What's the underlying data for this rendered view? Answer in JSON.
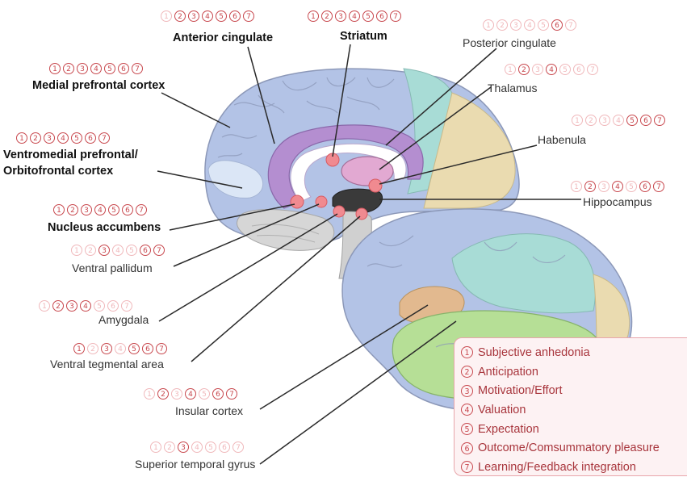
{
  "labels": [
    {
      "id": "anterior-cingulate",
      "text": "Anterior cingulate",
      "bold": true,
      "active": [
        2,
        3,
        4,
        5,
        6,
        7
      ]
    },
    {
      "id": "striatum",
      "text": "Striatum",
      "bold": true,
      "active": [
        1,
        2,
        3,
        4,
        5,
        6,
        7
      ]
    },
    {
      "id": "posterior-cingulate",
      "text": "Posterior cingulate",
      "bold": false,
      "active": [
        6
      ]
    },
    {
      "id": "thalamus",
      "text": "Thalamus",
      "bold": false,
      "active": [
        2,
        4
      ]
    },
    {
      "id": "medial-prefrontal-cortex",
      "text": "Medial prefrontal cortex",
      "bold": true,
      "active": [
        1,
        2,
        3,
        4,
        5,
        6,
        7
      ]
    },
    {
      "id": "habenula",
      "text": "Habenula",
      "bold": false,
      "active": [
        5,
        6,
        7
      ]
    },
    {
      "id": "ventromedial-prefrontal-line1",
      "text": "Ventromedial prefrontal/",
      "bold": true,
      "active": [
        1,
        2,
        3,
        4,
        5,
        6,
        7
      ]
    },
    {
      "id": "ventromedial-prefrontal-line2",
      "text": "Orbitofrontal cortex",
      "bold": true,
      "active": []
    },
    {
      "id": "hippocampus",
      "text": "Hippocampus",
      "bold": false,
      "active": [
        2,
        4,
        6,
        7
      ]
    },
    {
      "id": "nucleus-accumbens",
      "text": "Nucleus accumbens",
      "bold": true,
      "active": [
        1,
        2,
        3,
        4,
        5,
        6,
        7
      ]
    },
    {
      "id": "ventral-pallidum",
      "text": "Ventral pallidum",
      "bold": false,
      "active": [
        3,
        6,
        7
      ]
    },
    {
      "id": "amygdala",
      "text": "Amygdala",
      "bold": false,
      "active": [
        2,
        3,
        4
      ]
    },
    {
      "id": "ventral-tegmental-area",
      "text": "Ventral tegmental area",
      "bold": false,
      "active": [
        1,
        3,
        5,
        6,
        7
      ]
    },
    {
      "id": "insular-cortex",
      "text": "Insular cortex",
      "bold": false,
      "active": [
        2,
        4,
        6,
        7
      ]
    },
    {
      "id": "superior-temporal-gyrus",
      "text": "Superior temporal gyrus",
      "bold": false,
      "active": [
        3
      ]
    }
  ],
  "legend": [
    {
      "num": "1",
      "text": "Subjective anhedonia"
    },
    {
      "num": "2",
      "text": "Anticipation"
    },
    {
      "num": "3",
      "text": "Motivation/Effort"
    },
    {
      "num": "4",
      "text": "Valuation"
    },
    {
      "num": "5",
      "text": "Expectation"
    },
    {
      "num": "6",
      "text": "Outcome/Comsummatory pleasure"
    },
    {
      "num": "7",
      "text": "Learning/Feedback integration"
    }
  ],
  "colors": {
    "number_active": "#c8484e",
    "number_inactive": "#f0b8bb",
    "legend_text": "#a8353c",
    "legend_bg": "#fdf2f3",
    "frontal_lobe": "#b3c3e6",
    "parietal_lobe": "#a8dcd6",
    "occipital_lobe": "#eadbb0",
    "temporal_lobe": "#b6df96",
    "insula": "#e2b98f",
    "cingulate": "#b48ed0",
    "highlight": "#f08a90"
  }
}
